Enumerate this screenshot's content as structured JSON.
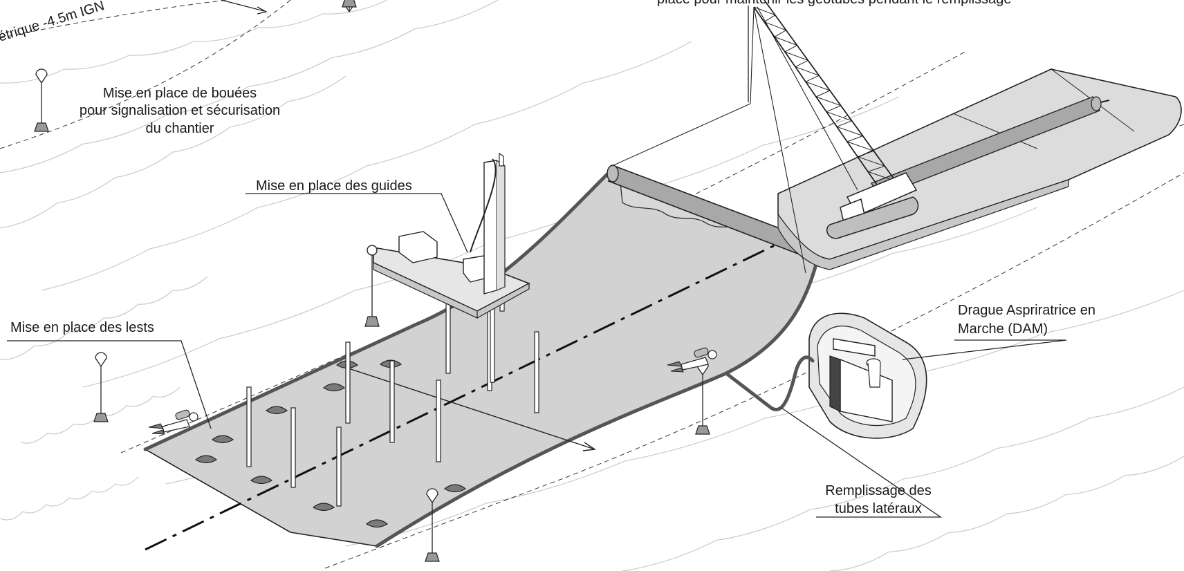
{
  "labels": {
    "top_left_fragment": "étrique -4.5m IGN",
    "top_right_fragment": "place pour maintenir les géotubes pendant le remplissage",
    "buoys": [
      "Mise en place de bouées",
      "pour signalisation et sécurisation",
      "du chantier"
    ],
    "guides": "Mise en place des guides",
    "lests": "Mise en place des lests",
    "dam": [
      "Drague Aspriratrice en",
      "Marche (DAM)"
    ],
    "remplissage": [
      "Remplissage des",
      "tubes latéraux"
    ]
  },
  "icons": [
    "buoy-icon",
    "diver-icon",
    "crane-icon",
    "dredger-icon",
    "barge-icon",
    "geotube-icon",
    "ballast-icon"
  ],
  "colors": {
    "sheet": "#d2d2d2",
    "ballast": "#7a7a7a",
    "tube": "#a8a8a8",
    "line": "#222222",
    "wave": "#c9c9c9"
  }
}
